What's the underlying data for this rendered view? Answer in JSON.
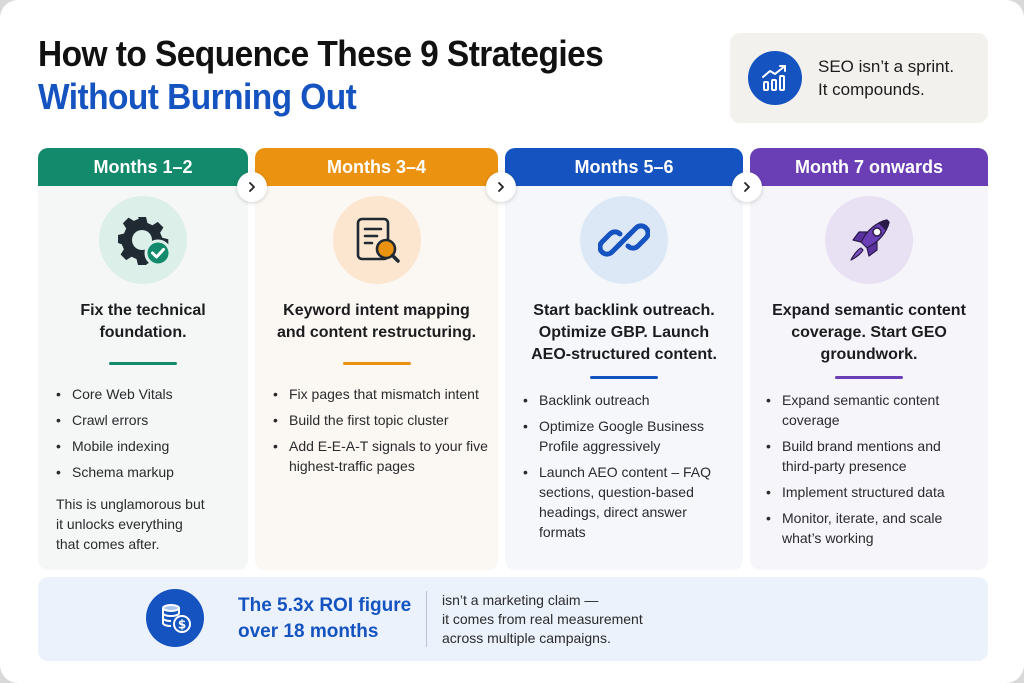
{
  "title": {
    "line1": "How to Sequence These 9 Strategies",
    "line2": "Without Burning Out"
  },
  "callout": {
    "icon": "growth-chart-icon",
    "line1": "SEO isn’t a sprint.",
    "line2": "It compounds."
  },
  "colors": {
    "green": "#138a6b",
    "orange": "#eb9210",
    "blue": "#1553c0",
    "purple": "#6a3fb5",
    "title_blue": "#1553c0"
  },
  "phases": [
    {
      "period": "Months 1–2",
      "icon": "gear-check-icon",
      "headline_lines": [
        "Fix the technical",
        "foundation."
      ],
      "bullets": [
        "Core Web Vitals",
        "Crawl errors",
        "Mobile indexing",
        "Schema markup"
      ],
      "note_lines": [
        "This is unglamorous but",
        "it unlocks everything",
        "that comes after."
      ]
    },
    {
      "period": "Months 3–4",
      "icon": "document-search-icon",
      "headline_lines": [
        "Keyword intent mapping",
        "and content restructuring."
      ],
      "bullets": [
        "Fix pages that mismatch intent",
        "Build the first topic cluster",
        "Add E-E-A-T signals to your five highest-traffic pages"
      ]
    },
    {
      "period": "Months 5–6",
      "icon": "link-icon",
      "headline_lines": [
        "Start backlink outreach.",
        "Optimize GBP. Launch",
        "AEO-structured content."
      ],
      "bullets": [
        "Backlink outreach",
        "Optimize Google Business Profile aggressively",
        "Launch AEO content – FAQ sections, question-based headings, direct answer formats"
      ]
    },
    {
      "period": "Month 7 onwards",
      "icon": "rocket-icon",
      "headline_lines": [
        "Expand semantic content",
        "coverage. Start GEO",
        "groundwork."
      ],
      "bullets": [
        "Expand semantic content coverage",
        "Build brand mentions and third-party presence",
        "Implement structured data",
        "Monitor, iterate, and scale what’s working"
      ]
    }
  ],
  "footer": {
    "icon": "coins-dollar-icon",
    "highlight_line1": "The 5.3x ROI figure",
    "highlight_line2": "over 18 months",
    "text_line1": "isn’t a marketing claim —",
    "text_line2": "it comes from real measurement",
    "text_line3": "across multiple campaigns."
  }
}
